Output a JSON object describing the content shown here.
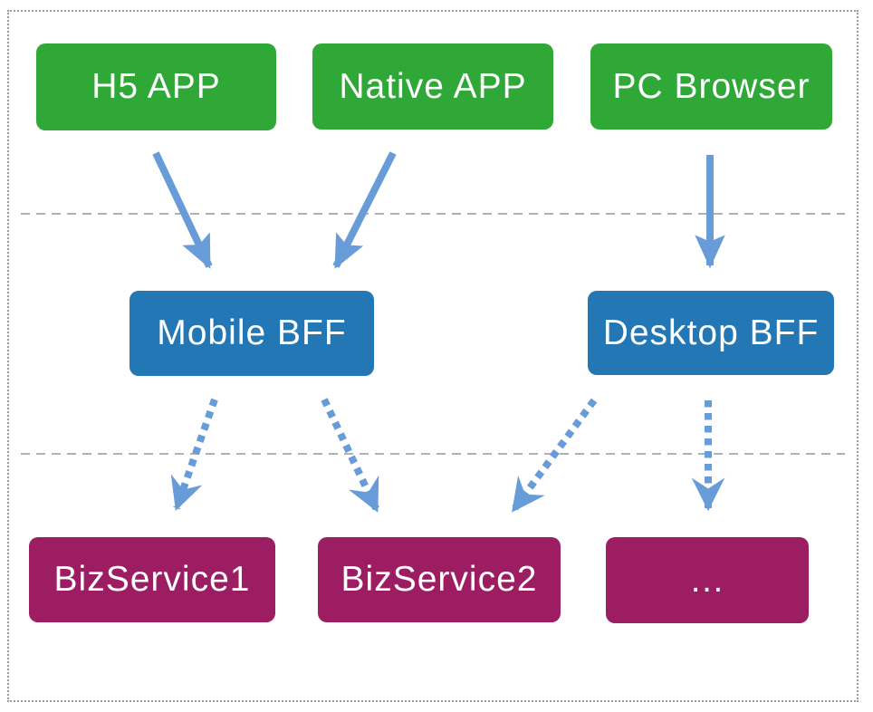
{
  "diagram": {
    "nodes": {
      "h5_app": {
        "label": "H5 APP",
        "tier": "client"
      },
      "native_app": {
        "label": "Native APP",
        "tier": "client"
      },
      "pc_browser": {
        "label": "PC Browser",
        "tier": "client"
      },
      "mobile_bff": {
        "label": "Mobile BFF",
        "tier": "bff"
      },
      "desktop_bff": {
        "label": "Desktop BFF",
        "tier": "bff"
      },
      "biz_service_1": {
        "label": "BizService1",
        "tier": "service"
      },
      "biz_service_2": {
        "label": "BizService2",
        "tier": "service"
      },
      "biz_service_more": {
        "label": "…",
        "tier": "service"
      }
    },
    "edges": [
      {
        "from": "H5 APP",
        "to": "Mobile BFF",
        "style": "solid"
      },
      {
        "from": "Native APP",
        "to": "Mobile BFF",
        "style": "solid"
      },
      {
        "from": "PC Browser",
        "to": "Desktop BFF",
        "style": "solid"
      },
      {
        "from": "Mobile BFF",
        "to": "BizService1",
        "style": "dashed"
      },
      {
        "from": "Mobile BFF",
        "to": "BizService2",
        "style": "dashed"
      },
      {
        "from": "Desktop BFF",
        "to": "BizService2",
        "style": "dashed"
      },
      {
        "from": "Desktop BFF",
        "to": "…",
        "style": "dashed"
      }
    ],
    "colors": {
      "client_node_color": "#2fa838",
      "bff_node_color": "#2277b4",
      "service_node_color": "#9c1d62",
      "arrow_color": "#689cd8",
      "divider_color": "#b1b1b1",
      "border_color": "#999999",
      "node_text_color": "#ffffff"
    }
  }
}
